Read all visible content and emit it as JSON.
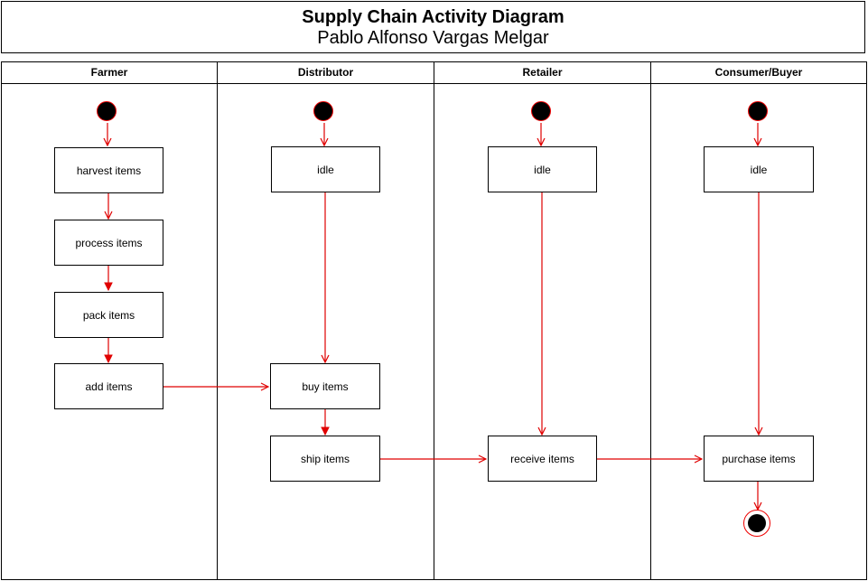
{
  "header": {
    "title": "Supply Chain Activity Diagram",
    "subtitle": "Pablo Alfonso Vargas Melgar"
  },
  "lanes": [
    {
      "name": "Farmer"
    },
    {
      "name": "Distributor"
    },
    {
      "name": "Retailer"
    },
    {
      "name": "Consumer/Buyer"
    }
  ],
  "nodes": {
    "harvest": "harvest items",
    "process": "process items",
    "pack": "pack items",
    "add": "add items",
    "dist_idle": "idle",
    "buy": "buy items",
    "ship": "ship items",
    "ret_idle": "idle",
    "receive": "receive items",
    "cons_idle": "idle",
    "purchase": "purchase items"
  },
  "colors": {
    "arrow": "#e00000",
    "border": "#000000"
  }
}
